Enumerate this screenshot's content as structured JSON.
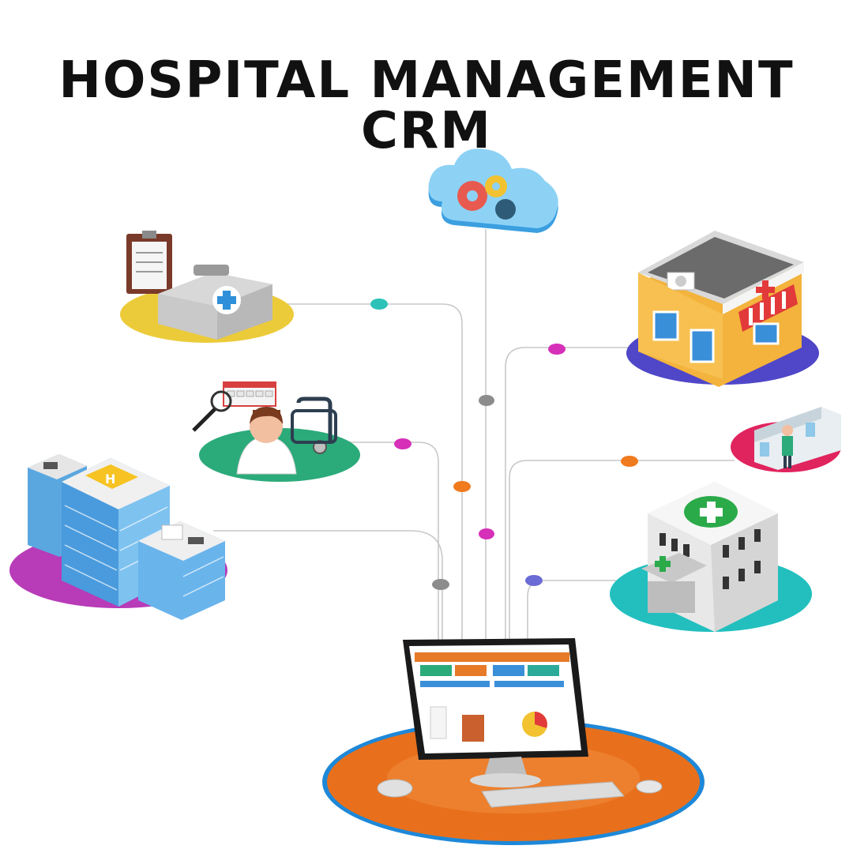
{
  "title": "HOSPITAL MANAGEMENT CRM",
  "nodes": [
    {
      "id": "cloud",
      "icon": "cloud-gears-icon"
    },
    {
      "id": "medical-kit",
      "icon": "first-aid-kit-icon"
    },
    {
      "id": "doctor",
      "icon": "doctor-avatar-icon"
    },
    {
      "id": "hospital-building",
      "icon": "hospital-building-icon"
    },
    {
      "id": "pharmacy",
      "icon": "pharmacy-store-icon"
    },
    {
      "id": "reception",
      "icon": "reception-desk-icon"
    },
    {
      "id": "clinic",
      "icon": "clinic-building-icon"
    },
    {
      "id": "computer",
      "icon": "computer-dashboard-icon"
    }
  ],
  "colors": {
    "yellow_base": "#ECCB3A",
    "green_base": "#2BAA7A",
    "purple_base": "#B83BB8",
    "blue_base": "#4F46C8",
    "pink_base": "#E0245E",
    "teal_base": "#23BFBF",
    "orange_base": "#E8701C",
    "dot_teal": "#2CC2B8",
    "dot_magenta": "#D62FB8",
    "dot_orange": "#F07A1E",
    "dot_gray": "#8C8C8C",
    "dot_blue": "#6B6BD6"
  }
}
